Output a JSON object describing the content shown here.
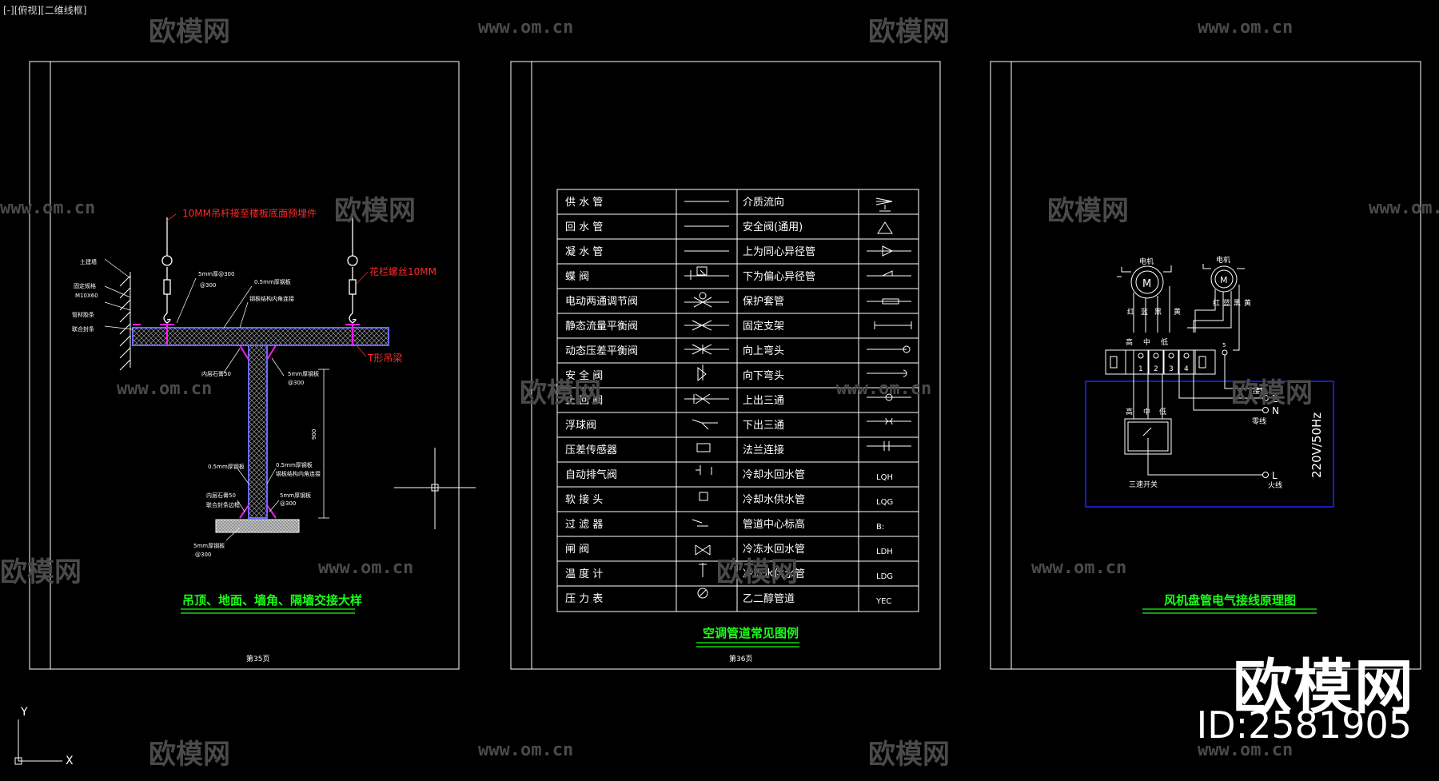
{
  "viewport": {
    "label": "[-][俯视][二维线框]"
  },
  "watermarks": {
    "logo": "欧模网",
    "url": "www.om.cn",
    "id": "ID:2581905"
  },
  "sheet1": {
    "title": "吊顶、地面、墙角、隔墙交接大样",
    "page": "第35页",
    "annotations": {
      "rod": "10MM吊杆接至楼板底面预埋件",
      "bolt": "花栏螺丝10MM",
      "beam": "T形吊梁",
      "wall1": "土建墙",
      "wall2": "固定规格",
      "wall3": "M10X60",
      "wall4": "管材胶条",
      "wall5": "联合封条",
      "spec1": "5mm厚@300",
      "spec1b": "@300",
      "spec2": "0.5mm厚钢板",
      "spec3": "钢板结构内角连接",
      "spec4": "内层石膏50",
      "spec5": "5mm厚钢板",
      "spec5b": "@300",
      "dim": "900",
      "spec6": "0.5mm厚钢板",
      "spec7": "0.5mm厚钢板",
      "spec8": "钢板结构内角连接",
      "spec9": "内层石膏50",
      "spec10": "联合封条边框",
      "spec11": "5mm厚钢板",
      "spec11b": "@300",
      "spec12": "5mm厚钢板",
      "spec12b": "@300"
    }
  },
  "sheet2": {
    "title": "空调管道常见图例",
    "page": "第36页",
    "left_rows": [
      "供 水 管",
      "回 水 管",
      "凝 水 管",
      "蝶 阀",
      "电动两通调节阀",
      "静态流量平衡阀",
      "动态压差平衡阀",
      "安 全 阀",
      "止 回 阀",
      "浮球阀",
      "压差传感器",
      "自动排气阀",
      "软 接 头",
      "过 滤 器",
      "闸 阀",
      "温 度 计",
      "压 力 表"
    ],
    "right_rows": [
      "介质流向",
      "安全阀(通用)",
      "上为同心异径管",
      "下为偏心异径管",
      "保护套管",
      "固定支架",
      "向上弯头",
      "向下弯头",
      "上出三通",
      "下出三通",
      "法兰连接",
      "冷却水回水管",
      "冷却水供水管",
      "管道中心标高",
      "冷冻水回水管",
      "冷冻水供水管",
      "乙二醇管道"
    ],
    "right_codes": [
      "",
      "",
      "",
      "",
      "",
      "",
      "",
      "",
      "",
      "",
      "",
      "LQH",
      "LQG",
      "B:",
      "LDH",
      "LDG",
      "YEC"
    ]
  },
  "sheet3": {
    "title": "风机盘管电气接线原理图",
    "motor": "电机",
    "motor_symbol": "M",
    "colors": [
      "红",
      "蓝",
      "黑",
      "黄"
    ],
    "speeds": [
      "高",
      "中",
      "低"
    ],
    "terminals": [
      "1",
      "2",
      "3",
      "4",
      "5"
    ],
    "ground": "接地",
    "neutral": "零线",
    "live": "火线",
    "switch": "三速开关",
    "voltage": "220V/50Hz",
    "letters": [
      "E",
      "N",
      "L"
    ]
  },
  "axes": {
    "x": "X",
    "y": "Y"
  },
  "colors": {
    "line": "#ffffff",
    "green": "#19ff19",
    "red": "#ff2a2a",
    "magenta": "#ff19ff",
    "blue": "#2020ff",
    "hatch": "#b0b0b0"
  }
}
